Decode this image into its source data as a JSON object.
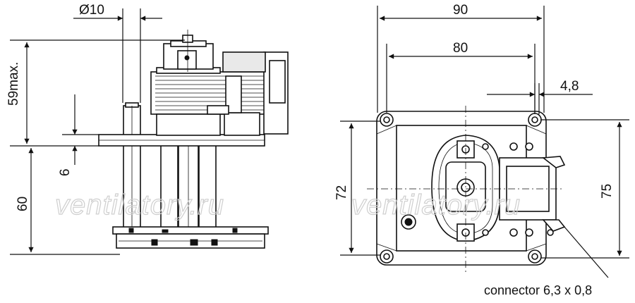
{
  "watermark": "ventilatory.ru",
  "side_view": {
    "dim_diameter": "Ø10",
    "dim_height_max": "59max.",
    "dim_flange": "6",
    "dim_shaft": "60"
  },
  "top_view": {
    "dim_overall_width": "90",
    "dim_hole_spacing_x": "80",
    "dim_offset": "4,8",
    "dim_hole_spacing_y": "72",
    "dim_overall_height": "75",
    "connector_note": "connector 6,3 x 0,8"
  }
}
